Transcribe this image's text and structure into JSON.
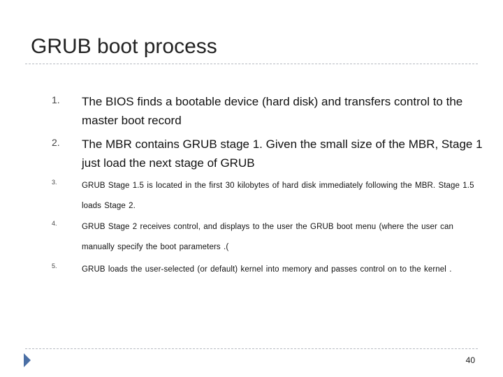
{
  "slide": {
    "title": "GRUB boot process",
    "items": [
      {
        "number": "1.",
        "text": "The BIOS finds a bootable device (hard disk) and transfers control to the master boot record"
      },
      {
        "number": "2.",
        "text": "The MBR contains GRUB stage 1. Given the small size of the MBR, Stage 1 just load the next stage of GRUB"
      },
      {
        "number": "3.",
        "text": "GRUB Stage 1.5 is located in the first 30 kilobytes of hard disk immediately following the MBR. Stage 1.5 loads Stage 2."
      },
      {
        "number": "4.",
        "text": "GRUB Stage 2 receives control, and displays to the user the GRUB boot menu (where the user can manually specify the boot parameters .("
      },
      {
        "number": "5.",
        "text": "GRUB loads the user-selected (or default) kernel into memory and passes control on to the kernel ."
      }
    ],
    "page_number": "40",
    "colors": {
      "accent_arrow": "#4a6fa5",
      "rule": "#b7bcc2"
    },
    "icons": {
      "footer": "triangle-arrow-icon"
    }
  }
}
